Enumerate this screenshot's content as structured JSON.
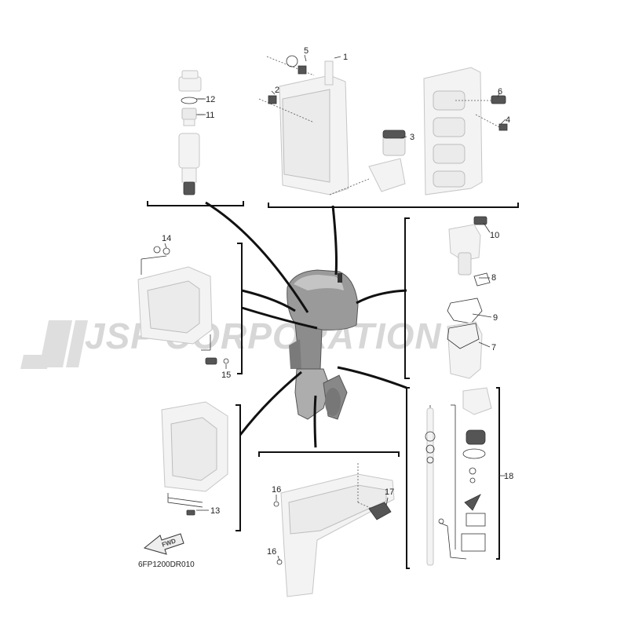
{
  "watermark": {
    "text": "JSP CORPORATION"
  },
  "drawing_code": "6FP1200DR010",
  "fwd_label": "FWD",
  "callouts": [
    {
      "id": "c1",
      "label": "1"
    },
    {
      "id": "c2",
      "label": "2"
    },
    {
      "id": "c3",
      "label": "3"
    },
    {
      "id": "c4",
      "label": "4"
    },
    {
      "id": "c5",
      "label": "5"
    },
    {
      "id": "c6",
      "label": "6"
    },
    {
      "id": "c7",
      "label": "7"
    },
    {
      "id": "c8",
      "label": "8"
    },
    {
      "id": "c9",
      "label": "9"
    },
    {
      "id": "c10",
      "label": "10"
    },
    {
      "id": "c11",
      "label": "11"
    },
    {
      "id": "c12",
      "label": "12"
    },
    {
      "id": "c13",
      "label": "13"
    },
    {
      "id": "c14",
      "label": "14"
    },
    {
      "id": "c15",
      "label": "15"
    },
    {
      "id": "c16a",
      "label": "16"
    },
    {
      "id": "c16b",
      "label": "16"
    },
    {
      "id": "c17",
      "label": "17"
    },
    {
      "id": "c18",
      "label": "18"
    }
  ]
}
